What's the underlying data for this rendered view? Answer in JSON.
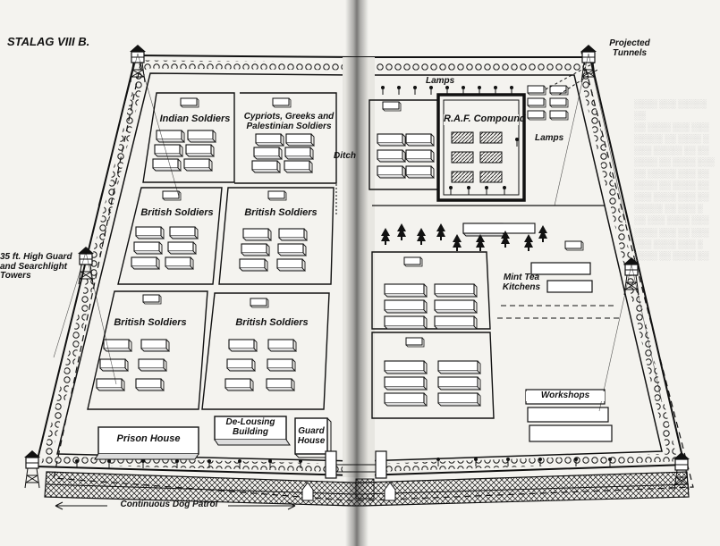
{
  "map": {
    "title": "STALAG VIII B.",
    "labels": {
      "indian": "Indian Soldiers",
      "cypriots_1": "Cypriots, Greeks and",
      "cypriots_2": "Palestinian Soldiers",
      "british_1": "British Soldiers",
      "british_2": "British Soldiers",
      "british_3": "British Soldiers",
      "british_4": "British Soldiers",
      "raf": "R.A.F. Compound",
      "lamps_top": "Lamps",
      "lamps_right": "Lamps",
      "projected_1": "Projected",
      "projected_2": "Tunnels",
      "ditch": "Ditch",
      "mint_1": "Mint Tea",
      "mint_2": "Kitchens",
      "workshops": "Workshops",
      "prison": "Prison House",
      "delousing_1": "De-Lousing",
      "delousing_2": "Building",
      "guard_1": "Guard",
      "guard_2": "House",
      "guard_towers_1": "35 ft. High Guard",
      "guard_towers_2": "and Searchlight",
      "guard_towers_3": "Towers",
      "dog_patrol": "Continuous Dog Patrol"
    },
    "colors": {
      "ink": "#111111",
      "paper": "#f4f3ef"
    }
  }
}
